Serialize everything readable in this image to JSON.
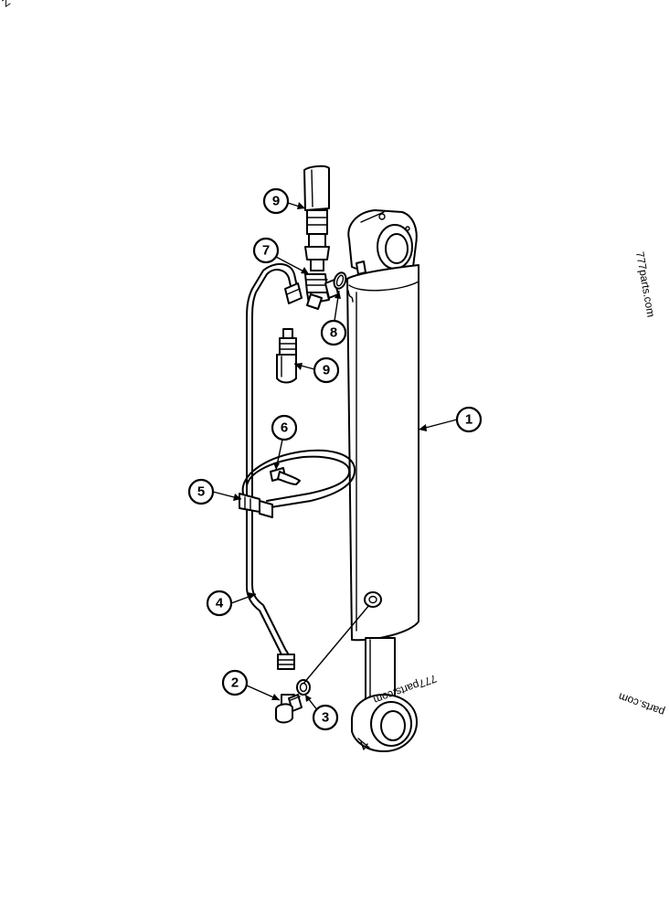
{
  "callouts": [
    {
      "id": "1",
      "part": "cylinder"
    },
    {
      "id": "2",
      "part": "elbow-fitting-lower"
    },
    {
      "id": "3",
      "part": "o-ring-lower"
    },
    {
      "id": "4",
      "part": "tube"
    },
    {
      "id": "5",
      "part": "clamp-bolt"
    },
    {
      "id": "6",
      "part": "clamp-strap"
    },
    {
      "id": "7",
      "part": "elbow-fitting-upper"
    },
    {
      "id": "8",
      "part": "o-ring-upper"
    },
    {
      "id": "9",
      "part": "hose-upper"
    },
    {
      "id": "9b",
      "part": "hose-lower"
    }
  ],
  "labels": {
    "c1": "1",
    "c2": "2",
    "c3": "3",
    "c4": "4",
    "c5": "5",
    "c6": "6",
    "c7": "7",
    "c8": "8",
    "c9a": "9",
    "c9b": "9"
  },
  "watermarks": {
    "right_vertical": "777parts.com",
    "center_rotated": "777parts.com",
    "right_rotated": "parts.com",
    "corner_mark": "Z"
  }
}
